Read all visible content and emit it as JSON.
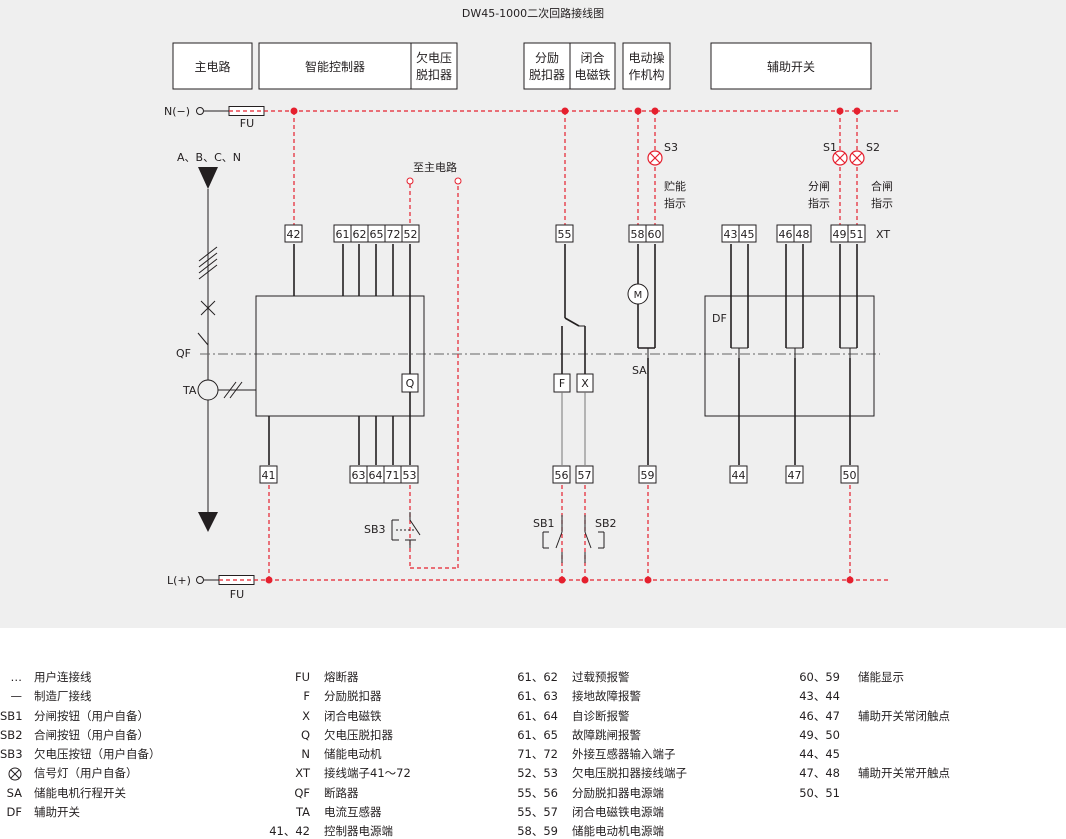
{
  "title": "DW45-1000二次回路接线图",
  "header_boxes": {
    "main_circuit": "主电路",
    "smart_controller": "智能控制器",
    "undervoltage_line1": "欠电压",
    "undervoltage_line2": "脱扣器",
    "shunt_line1": "分励",
    "shunt_line2": "脱扣器",
    "closing_line1": "闭合",
    "closing_line2": "电磁铁",
    "motor_line1": "电动操",
    "motor_line2": "作机构",
    "aux_switch": "辅助开关"
  },
  "labels": {
    "n_rail": "N(−)",
    "l_rail": "L(+)",
    "fuse_top": "FU",
    "fuse_bottom": "FU",
    "phases": "A、B、C、N",
    "qf": "QF",
    "ta": "TA",
    "to_main": "至主电路",
    "sb3": "SB3",
    "sb1": "SB1",
    "sb2": "SB2",
    "s3": "S3",
    "s1": "S1",
    "s2": "S2",
    "storage_ind_1": "贮能",
    "storage_ind_2": "指示",
    "open_ind_1": "分闸",
    "open_ind_2": "指示",
    "close_ind_1": "合闸",
    "close_ind_2": "指示",
    "xt": "XT",
    "df": "DF",
    "sa": "SA",
    "motor": "M",
    "q": "Q",
    "f": "F",
    "x": "X"
  },
  "terminals": {
    "t42": "42",
    "t61": "61",
    "t62": "62",
    "t65": "65",
    "t72": "72",
    "t52": "52",
    "t55": "55",
    "t58": "58",
    "t60": "60",
    "t43": "43",
    "t45": "45",
    "t46": "46",
    "t48": "48",
    "t49": "49",
    "t51": "51",
    "t41": "41",
    "t63": "63",
    "t64": "64",
    "t71": "71",
    "t53": "53",
    "t56": "56",
    "t57": "57",
    "t59": "59",
    "t44": "44",
    "t47": "47",
    "t50": "50"
  },
  "legend": {
    "col1": [
      {
        "key": "…",
        "desc": "用户连接线"
      },
      {
        "key": "—",
        "desc": "制造厂接线"
      },
      {
        "key": "SB1",
        "desc": "分闸按钮（用户自备）"
      },
      {
        "key": "SB2",
        "desc": "合闸按钮（用户自备）"
      },
      {
        "key": "SB3",
        "desc": "欠电压按钮（用户自备）"
      },
      {
        "key": "",
        "desc": "信号灯（用户自备）"
      },
      {
        "key": "SA",
        "desc": "储能电机行程开关"
      },
      {
        "key": "DF",
        "desc": "辅助开关"
      }
    ],
    "col2": [
      {
        "key": "FU",
        "desc": "熔断器"
      },
      {
        "key": "F",
        "desc": "分励脱扣器"
      },
      {
        "key": "X",
        "desc": "闭合电磁铁"
      },
      {
        "key": "Q",
        "desc": "欠电压脱扣器"
      },
      {
        "key": "N",
        "desc": "储能电动机"
      },
      {
        "key": "XT",
        "desc": "接线端子41～72"
      },
      {
        "key": "QF",
        "desc": "断路器"
      },
      {
        "key": "TA",
        "desc": "电流互感器"
      },
      {
        "key": "41、42",
        "desc": "控制器电源端"
      }
    ],
    "col3": [
      {
        "key": "61、62",
        "desc": "过载预报警"
      },
      {
        "key": "61、63",
        "desc": "接地故障报警"
      },
      {
        "key": "61、64",
        "desc": "自诊断报警"
      },
      {
        "key": "61、65",
        "desc": "故障跳闸报警"
      },
      {
        "key": "71、72",
        "desc": "外接互感器输入端子"
      },
      {
        "key": "52、53",
        "desc": "欠电压脱扣器接线端子"
      },
      {
        "key": "55、56",
        "desc": "分励脱扣器电源端"
      },
      {
        "key": "55、57",
        "desc": "闭合电磁铁电源端"
      },
      {
        "key": "58、59",
        "desc": "储能电动机电源端"
      }
    ],
    "col4": [
      {
        "key": "60、59",
        "desc": "储能显示"
      },
      {
        "key": "43、44",
        "desc": ""
      },
      {
        "key": "46、47",
        "desc": "辅助开关常闭触点"
      },
      {
        "key": "49、50",
        "desc": ""
      },
      {
        "key": "44、45",
        "desc": ""
      },
      {
        "key": "47、48",
        "desc": "辅助开关常开触点"
      },
      {
        "key": "50、51",
        "desc": ""
      }
    ]
  }
}
